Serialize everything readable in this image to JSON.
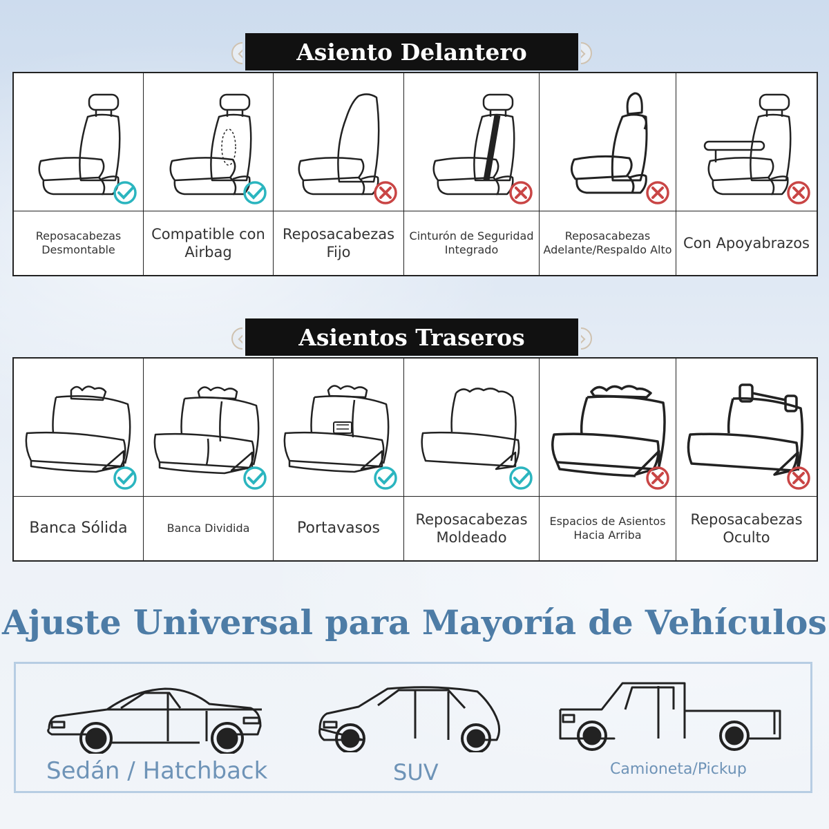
{
  "front": {
    "banner": "Asiento Delantero",
    "items": [
      {
        "label": "Reposacabezas Desmontable",
        "status": "check",
        "icon": "seat-removable-headrest-icon"
      },
      {
        "label": "Compatible con Airbag",
        "status": "check",
        "icon": "seat-airbag-icon"
      },
      {
        "label": "Reposacabezas Fijo",
        "status": "cross",
        "icon": "seat-fixed-headrest-icon"
      },
      {
        "label": "Cinturón de Seguridad Integrado",
        "status": "cross",
        "icon": "seat-integrated-belt-icon"
      },
      {
        "label": "Reposacabezas Adelante/Respaldo Alto",
        "status": "cross",
        "icon": "seat-high-back-icon"
      },
      {
        "label": "Con Apoyabrazos",
        "status": "cross",
        "icon": "seat-armrest-icon"
      }
    ]
  },
  "rear": {
    "banner": "Asientos Traseros",
    "items": [
      {
        "label": "Banca Sólida",
        "status": "check",
        "icon": "bench-solid-icon"
      },
      {
        "label": "Banca Dividida",
        "status": "check",
        "icon": "bench-split-icon"
      },
      {
        "label": "Portavasos",
        "status": "check",
        "icon": "bench-cupholder-icon"
      },
      {
        "label": "Reposacabezas Moldeado",
        "status": "check",
        "icon": "bench-molded-headrest-icon"
      },
      {
        "label": "Espacios de Asientos Hacia Arriba",
        "status": "cross",
        "icon": "bench-upright-icon"
      },
      {
        "label": "Reposacabezas Oculto",
        "status": "cross",
        "icon": "bench-hidden-headrest-icon"
      }
    ]
  },
  "title": "Ajuste Universal para Mayoría de Vehículos",
  "vehicles": [
    {
      "label": "Sedán / Hatchback",
      "icon": "sedan-icon"
    },
    {
      "label": "SUV",
      "icon": "suv-icon"
    },
    {
      "label": "Camioneta/Pickup",
      "icon": "pickup-icon"
    }
  ],
  "colors": {
    "check": "#2bb5bf",
    "cross": "#c94545",
    "title": "#4d7ca6",
    "vehicle_label": "#6e93b7"
  }
}
